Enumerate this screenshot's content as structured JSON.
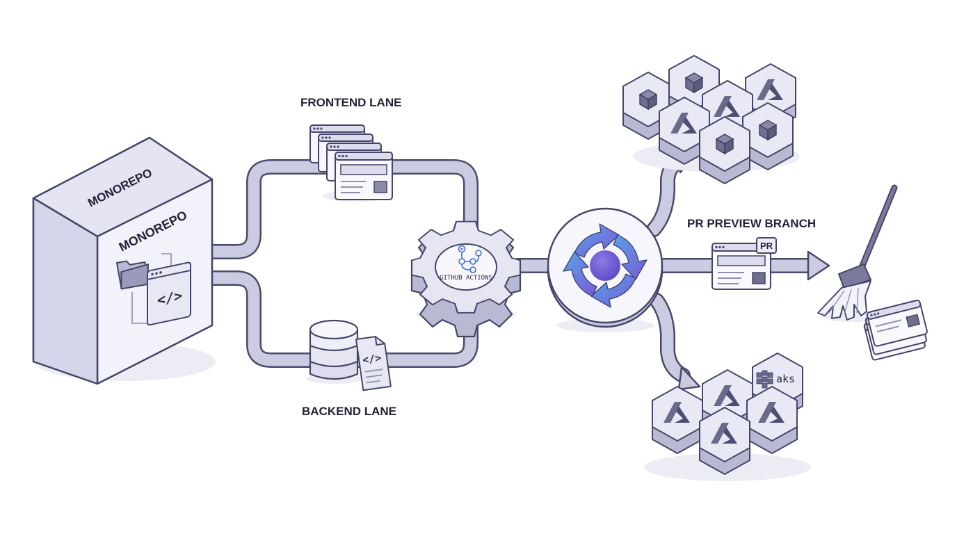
{
  "labels": {
    "monorepo_top": "MONOREPO",
    "monorepo_front": "MONOREPO",
    "frontend_lane": "FRONTEND LANE",
    "backend_lane": "BACKEND LANE",
    "github_actions": "GITHUB ACTIONS",
    "pr_preview_branch": "PR PREVIEW BRANCH",
    "pr_badge": "PR",
    "aks": "aks"
  },
  "icons": {
    "folder": "folder-icon",
    "code": "code-window-icon",
    "database": "database-icon",
    "code_file": "code-file-icon",
    "gear": "gear-icon",
    "workflow": "workflow-icon",
    "sync": "sync-icon",
    "broom": "broom-icon",
    "cube": "cube-icon",
    "azure": "azure-icon"
  },
  "colors": {
    "lane": "#c9c9e0",
    "lane_outline": "#4a4a6a",
    "box_face": "#ececf7",
    "box_side": "#c7c7df",
    "accent_blue": "#5b7fe0",
    "accent_purple": "#7a5ad6",
    "ink": "#2b2b45"
  }
}
